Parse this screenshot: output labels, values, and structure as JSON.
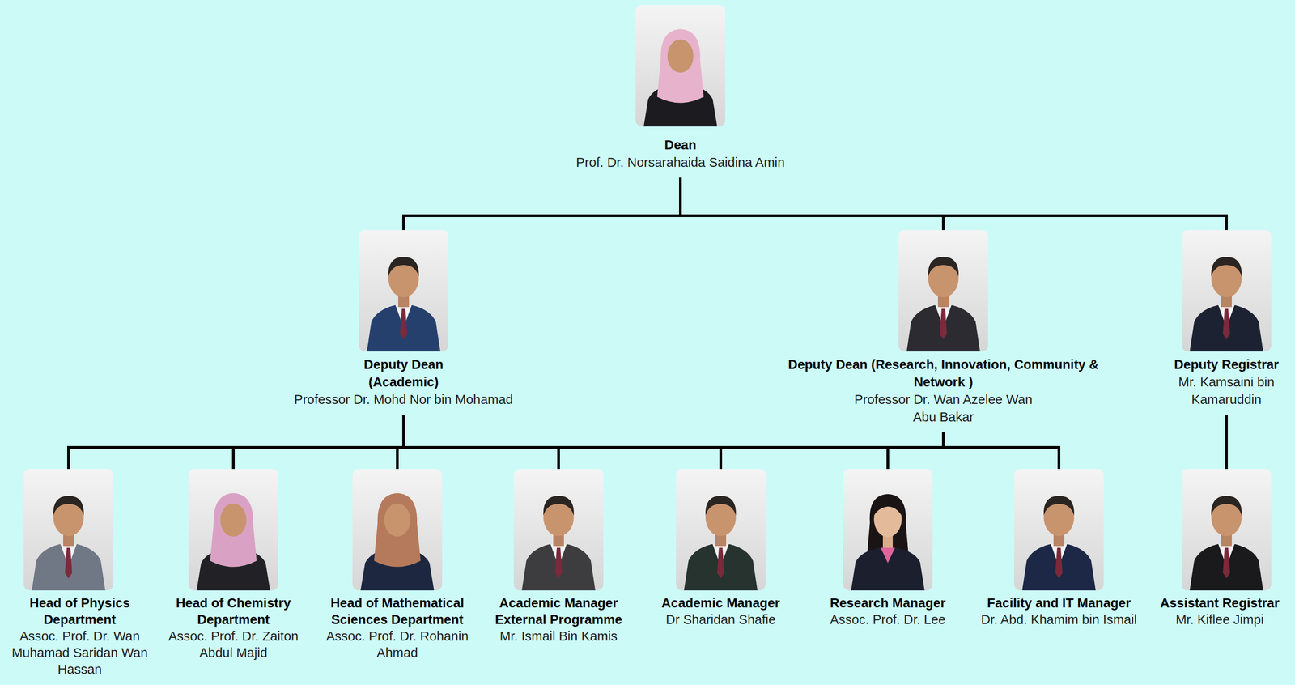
{
  "diagram": {
    "nodes": [
      {
        "text": [
          "Dean",
          "Prof. Dr. Norsarahaida Saidina Amin"
        ]
      },
      {
        "text": [
          "Deputy Dean (Academic)",
          "Professor Dr. Mohd Nor bin Mohamad"
        ]
      },
      {
        "text": [
          "Deputy Dean (Research, Innovation, Community & Network )",
          "Professor Dr. Wan Azelee Wan Abu Bakar"
        ]
      },
      {
        "text": [
          "Deputy Registrar",
          "Mr. Kamsaini bin Kamaruddin"
        ]
      },
      {
        "text": [
          "Head of Physics Department",
          "Assoc. Prof. Dr. Wan Muhamad Saridan Wan Hassan"
        ]
      },
      {
        "text": [
          "Head of Chemistry Department",
          "Assoc. Prof. Dr. Zaiton Abdul Majid"
        ]
      },
      {
        "text": [
          "Head of Mathematical Sciences Department",
          "Assoc. Prof. Dr. Rohanin Ahmad"
        ]
      },
      {
        "text": [
          "Academic Manager External Programme",
          "Mr. Ismail Bin Kamis"
        ]
      },
      {
        "text": [
          "Academic Manager",
          "Dr Sharidan Shafie"
        ]
      },
      {
        "text": [
          "Research Manager",
          "Assoc. Prof. Dr. Lee"
        ]
      },
      {
        "text": [
          "Facility and IT Manager",
          "Dr. Abd. Khamim bin Ismail"
        ]
      },
      {
        "text": [
          "Assistant Registrar",
          "Mr. Kiflee Jimpi"
        ]
      }
    ],
    "edges": [
      {
        "from": 0,
        "to": 1,
        "arrow": "none"
      },
      {
        "from": 0,
        "to": 2,
        "arrow": "none"
      },
      {
        "from": 0,
        "to": 3,
        "arrow": "none"
      },
      {
        "from": 1,
        "to": 4,
        "arrow": "none"
      },
      {
        "from": 1,
        "to": 5,
        "arrow": "none"
      },
      {
        "from": 1,
        "to": 6,
        "arrow": "none"
      },
      {
        "from": 1,
        "to": 7,
        "arrow": "none"
      },
      {
        "from": 1,
        "to": 8,
        "arrow": "none"
      },
      {
        "from": 1,
        "to": 9,
        "arrow": "none"
      },
      {
        "from": 1,
        "to": 10,
        "arrow": "none"
      },
      {
        "from": 2,
        "to": 4,
        "arrow": "none"
      },
      {
        "from": 2,
        "to": 5,
        "arrow": "none"
      },
      {
        "from": 2,
        "to": 6,
        "arrow": "none"
      },
      {
        "from": 2,
        "to": 7,
        "arrow": "none"
      },
      {
        "from": 2,
        "to": 8,
        "arrow": "none"
      },
      {
        "from": 2,
        "to": 9,
        "arrow": "none"
      },
      {
        "from": 2,
        "to": 10,
        "arrow": "none"
      },
      {
        "from": 3,
        "to": 11,
        "arrow": "none"
      }
    ]
  }
}
